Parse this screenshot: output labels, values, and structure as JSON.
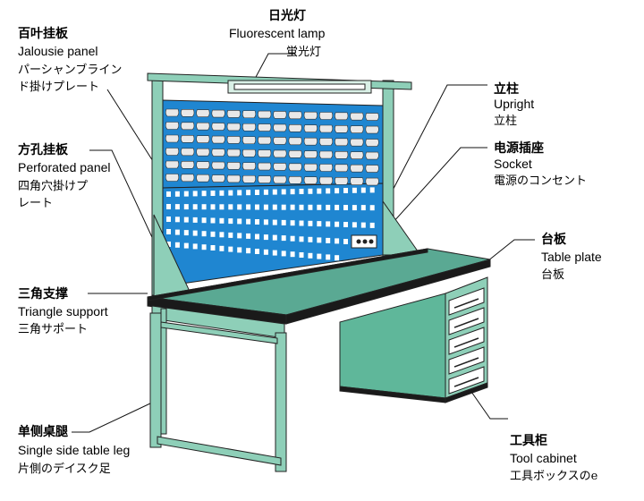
{
  "labels": {
    "jalousie": {
      "cn": "百叶挂板",
      "en": "Jalousie panel",
      "jp1": "パーシャンブライン",
      "jp2": "ド掛けプレート"
    },
    "lamp": {
      "cn": "日光灯",
      "en": "Fluorescent lamp",
      "jp": "蛍光灯"
    },
    "upright": {
      "cn": "立柱",
      "en": "Upright",
      "jp": "立柱"
    },
    "perforated": {
      "cn": "方孔挂板",
      "en": "Perforated panel",
      "jp1": "四角穴掛けプ",
      "jp2": "レート"
    },
    "socket": {
      "cn": "电源插座",
      "en": "Socket",
      "jp": "電源のコンセント"
    },
    "table": {
      "cn": "台板",
      "en": "Table plate",
      "jp": "台板"
    },
    "triangle": {
      "cn": "三角支撑",
      "en": "Triangle support",
      "jp": "三角サポート"
    },
    "leg": {
      "cn": "单侧桌腿",
      "en": "Single side table leg",
      "jp": "片側のデイスク足"
    },
    "cabinet": {
      "cn": "工具柜",
      "en": "Tool cabinet",
      "jp": "工具ボックスのe"
    }
  },
  "colors": {
    "frame": "#8ecfb8",
    "cabinet": "#5fb79a",
    "panel": "#1f86d1",
    "tabletop": "#5aa993",
    "edge": "#1a1a1a",
    "outline": "#222222"
  }
}
